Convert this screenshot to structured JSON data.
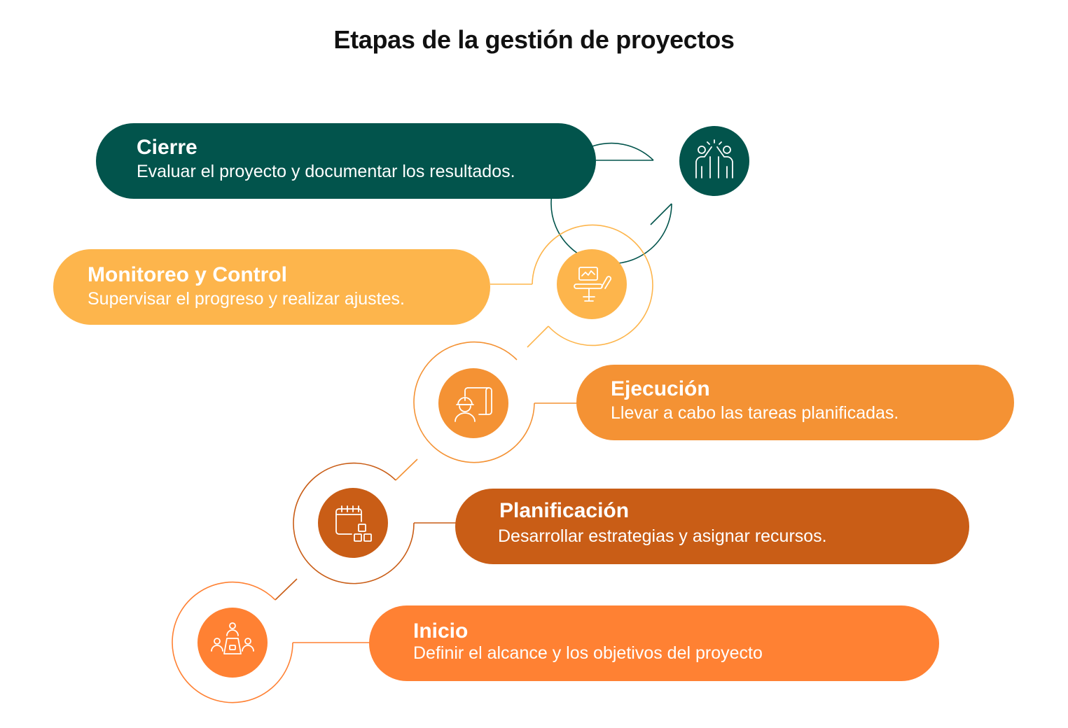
{
  "title": "Etapas de la gestión de proyectos",
  "stages": [
    {
      "label": "Cierre",
      "description": "Evaluar el proyecto y documentar los resultados.",
      "color": "#02544C",
      "icon": "high-five-icon"
    },
    {
      "label": "Monitoreo y Control",
      "description": "Supervisar el progreso y realizar ajustes.",
      "color": "#FDB54C",
      "icon": "monitor-workstation-icon"
    },
    {
      "label": "Ejecución",
      "description": "Llevar a cabo las tareas planificadas.",
      "color": "#F49234",
      "icon": "worker-blueprint-icon"
    },
    {
      "label": "Planificación",
      "description": "Desarrollar estrategias y asignar recursos.",
      "color": "#C95D16",
      "icon": "calendar-blocks-icon"
    },
    {
      "label": "Inicio",
      "description": "Definir el alcance y los objetivos del proyecto",
      "color": "#FF8133",
      "icon": "team-meeting-icon"
    }
  ]
}
